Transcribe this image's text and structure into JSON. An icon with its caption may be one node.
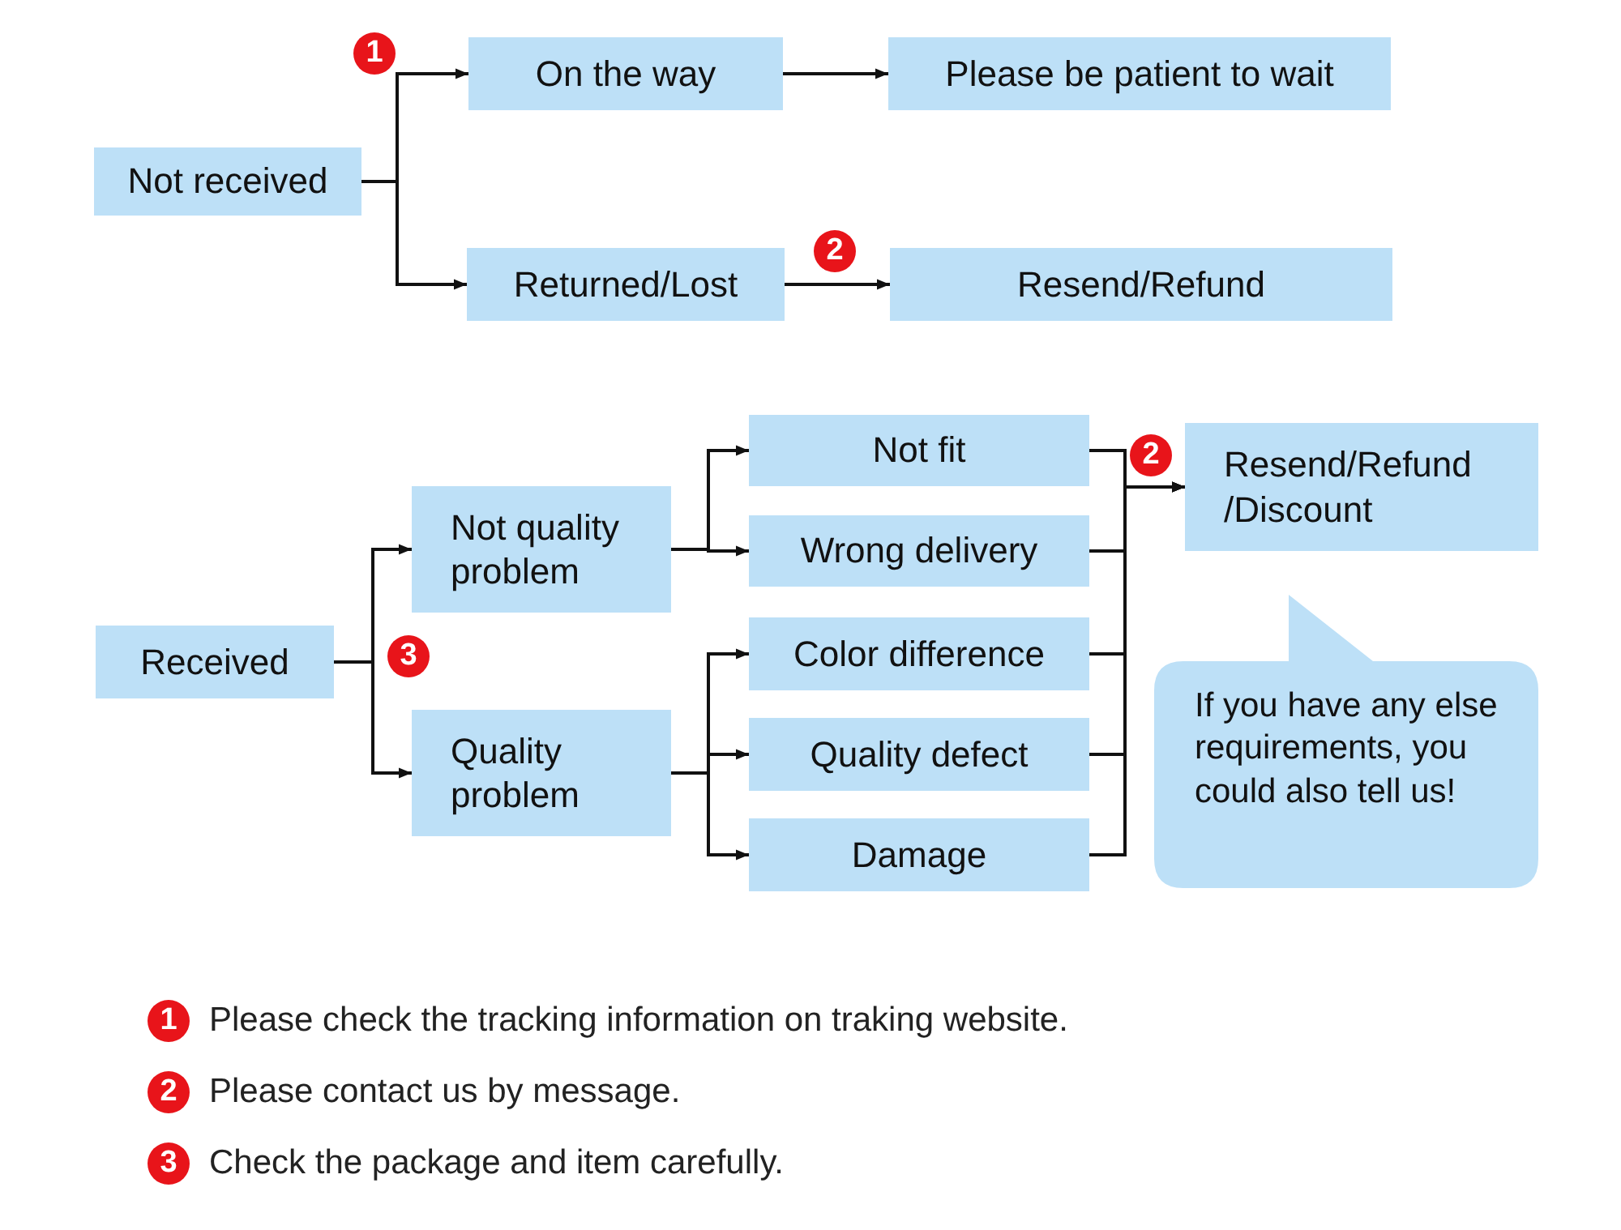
{
  "diagram": {
    "nodes": [
      {
        "text": [
          "Not received"
        ]
      },
      {
        "text": [
          "On the way"
        ]
      },
      {
        "text": [
          "Please be patient to wait"
        ]
      },
      {
        "text": [
          "Returned/Lost"
        ]
      },
      {
        "text": [
          "Resend/Refund"
        ]
      },
      {
        "text": [
          "Received"
        ]
      },
      {
        "text": [
          "Not quality problem"
        ]
      },
      {
        "text": [
          "Quality problem"
        ]
      },
      {
        "text": [
          "Not fit"
        ]
      },
      {
        "text": [
          "Wrong delivery"
        ]
      },
      {
        "text": [
          "Color difference"
        ]
      },
      {
        "text": [
          "Quality defect"
        ]
      },
      {
        "text": [
          "Damage"
        ]
      },
      {
        "text": [
          "Resend/Refund /Discount"
        ]
      },
      {
        "text": [
          "If you have any else requirements, you could also tell us!"
        ]
      }
    ],
    "edges": [
      {
        "from": 0,
        "to": 1,
        "arrow": "to"
      },
      {
        "from": 0,
        "to": 3,
        "arrow": "to"
      },
      {
        "from": 1,
        "to": 2,
        "arrow": "to"
      },
      {
        "from": 3,
        "to": 4,
        "arrow": "to"
      },
      {
        "from": 5,
        "to": 6,
        "arrow": "to"
      },
      {
        "from": 5,
        "to": 7,
        "arrow": "to"
      },
      {
        "from": 6,
        "to": 8,
        "arrow": "to"
      },
      {
        "from": 6,
        "to": 9,
        "arrow": "to"
      },
      {
        "from": 7,
        "to": 10,
        "arrow": "to"
      },
      {
        "from": 7,
        "to": 11,
        "arrow": "to"
      },
      {
        "from": 7,
        "to": 12,
        "arrow": "to"
      },
      {
        "from": 8,
        "to": 13,
        "arrow": "to"
      },
      {
        "from": 9,
        "to": 13,
        "arrow": "to"
      },
      {
        "from": 10,
        "to": 13,
        "arrow": "to"
      },
      {
        "from": 11,
        "to": 13,
        "arrow": "to"
      },
      {
        "from": 12,
        "to": 13,
        "arrow": "to"
      }
    ],
    "labels": [
      "1",
      "2",
      "2",
      "3",
      "1",
      "Please check the tracking information on traking website.",
      "2",
      "Please contact us by message.",
      "3",
      "Check the package and item carefully."
    ]
  }
}
